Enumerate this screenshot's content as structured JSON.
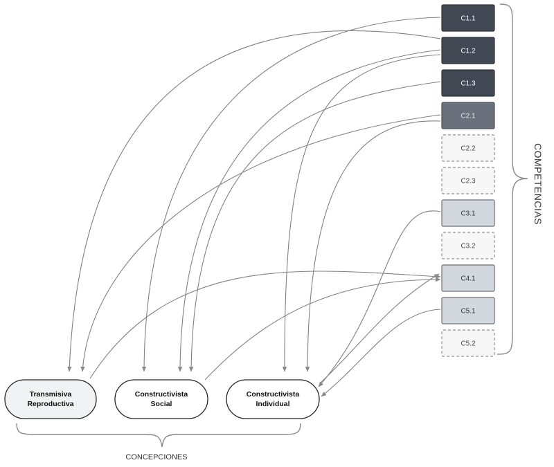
{
  "competencias": {
    "label": "COMPETENCIAS",
    "items": [
      {
        "id": "C1.1",
        "label": "C1.1",
        "style": "dark"
      },
      {
        "id": "C1.2",
        "label": "C1.2",
        "style": "dark"
      },
      {
        "id": "C1.3",
        "label": "C1.3",
        "style": "dark"
      },
      {
        "id": "C2.1",
        "label": "C2.1",
        "style": "mid"
      },
      {
        "id": "C2.2",
        "label": "C2.2",
        "style": "empty"
      },
      {
        "id": "C2.3",
        "label": "C2.3",
        "style": "empty"
      },
      {
        "id": "C3.1",
        "label": "C3.1",
        "style": "light"
      },
      {
        "id": "C3.2",
        "label": "C3.2",
        "style": "empty"
      },
      {
        "id": "C4.1",
        "label": "C4.1",
        "style": "light"
      },
      {
        "id": "C5.1",
        "label": "C5.1",
        "style": "light"
      },
      {
        "id": "C5.2",
        "label": "C5.2",
        "style": "empty"
      }
    ]
  },
  "concepciones": {
    "label": "CONCEPCIONES",
    "items": [
      {
        "id": "TR",
        "lines": [
          "Transmisiva",
          "Reproductiva"
        ],
        "fill": "#f1f2f4"
      },
      {
        "id": "CS",
        "lines": [
          "Constructivista",
          "Social"
        ],
        "fill": "#ffffff"
      },
      {
        "id": "CI",
        "lines": [
          "Constructivista",
          "Individual"
        ],
        "fill": "#ffffff"
      }
    ]
  },
  "colors": {
    "dark": "#414854",
    "mid": "#6b717c",
    "light": "#d3d7de",
    "empty": "#f7f7f8",
    "stroke": "#555555",
    "arrow": "#808080"
  }
}
